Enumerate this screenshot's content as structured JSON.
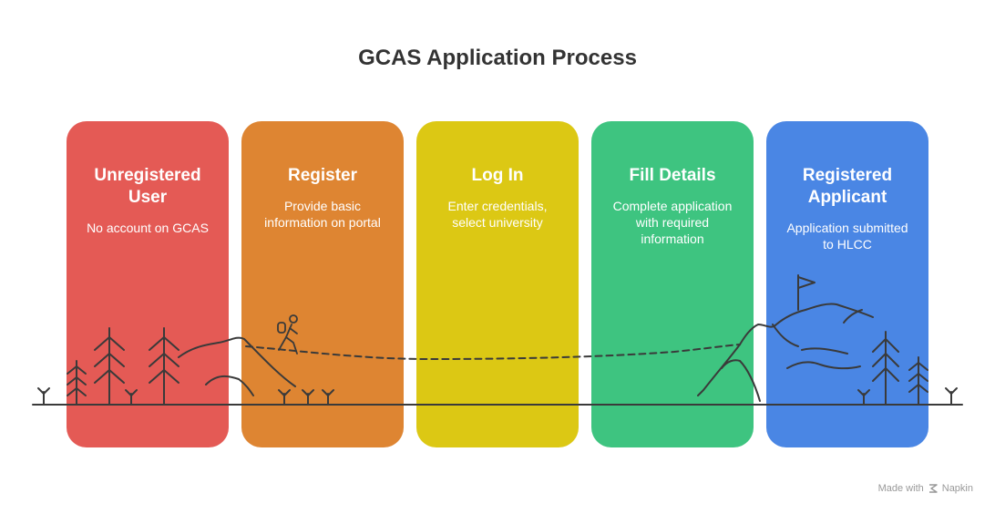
{
  "title": "GCAS Application Process",
  "steps": [
    {
      "heading": "Unregistered\nUser",
      "description": "No account on GCAS",
      "color": "#e45a55"
    },
    {
      "heading": "Register",
      "description": "Provide basic\ninformation on portal",
      "color": "#de8532"
    },
    {
      "heading": "Log In",
      "description": "Enter credentials,\nselect university",
      "color": "#dcc814"
    },
    {
      "heading": "Fill Details",
      "description": "Complete application\nwith required\ninformation",
      "color": "#3ec480"
    },
    {
      "heading": "Registered\nApplicant",
      "description": "Application submitted\nto HLCC",
      "color": "#4a86e4"
    }
  ],
  "footer": {
    "made_with": "Made with",
    "brand": "Napkin",
    "icon": "napkin-logo-icon"
  }
}
